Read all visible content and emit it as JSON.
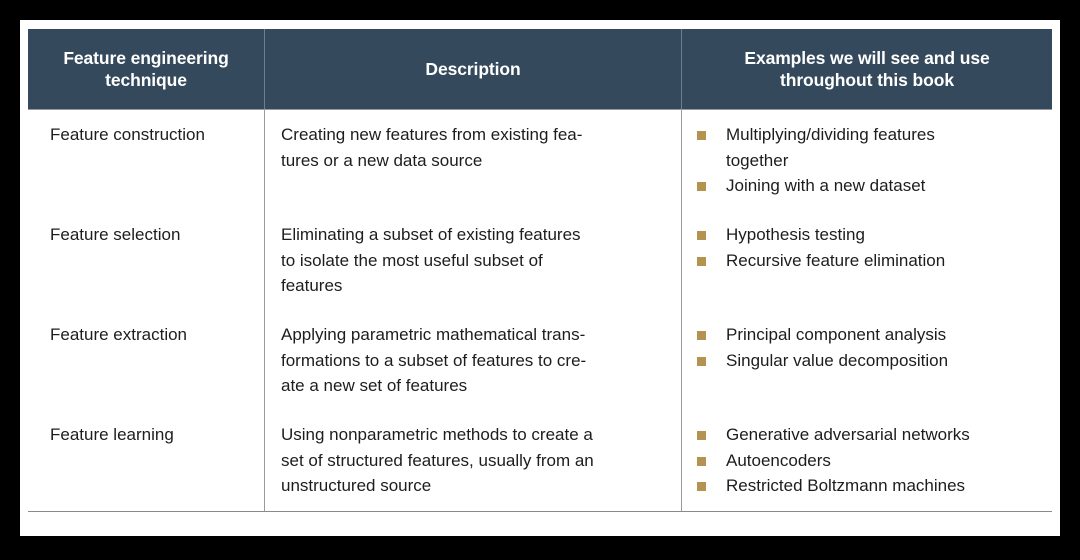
{
  "table": {
    "headers": [
      {
        "id": "technique",
        "label": "Feature engineering technique"
      },
      {
        "id": "description",
        "label": "Description"
      },
      {
        "id": "examples",
        "label": "Examples we will see and use throughout this book"
      }
    ],
    "header_lines": {
      "technique": [
        "Feature engineering",
        "technique"
      ],
      "description": [
        "Description"
      ],
      "examples": [
        "Examples we will see and use",
        "throughout this book"
      ]
    },
    "rows": [
      {
        "technique": "Feature construction",
        "description": "Creating new features from existing fea-tures or a new data source",
        "description_lines": [
          "Creating new features from existing fea-",
          "tures or a new data source"
        ],
        "examples": [
          "Multiplying/dividing features together",
          "Joining with a new dataset"
        ],
        "example_lines": [
          [
            "Multiplying/dividing features",
            "together"
          ],
          [
            "Joining with a new dataset"
          ]
        ]
      },
      {
        "technique": "Feature selection",
        "description": "Eliminating a subset of existing features to isolate the most useful subset of features",
        "description_lines": [
          "Eliminating a subset of existing features",
          "to isolate the most useful subset of",
          "features"
        ],
        "examples": [
          "Hypothesis testing",
          "Recursive feature elimination"
        ],
        "example_lines": [
          [
            "Hypothesis testing"
          ],
          [
            "Recursive feature elimination"
          ]
        ]
      },
      {
        "technique": "Feature extraction",
        "description": "Applying parametric mathematical trans-formations to a subset of features to cre-ate a new set of features",
        "description_lines": [
          "Applying parametric mathematical trans-",
          "formations to a subset of features to cre-",
          "ate a new set of features"
        ],
        "examples": [
          "Principal component analysis",
          "Singular value decomposition"
        ],
        "example_lines": [
          [
            "Principal component analysis"
          ],
          [
            "Singular value decomposition"
          ]
        ]
      },
      {
        "technique": "Feature learning",
        "description": "Using nonparametric methods to create a set of structured features, usually from an unstructured source",
        "description_lines": [
          "Using nonparametric methods to create a",
          "set of structured features, usually from an",
          "unstructured source"
        ],
        "examples": [
          "Generative adversarial networks",
          "Autoencoders",
          "Restricted Boltzmann machines"
        ],
        "example_lines": [
          [
            "Generative adversarial networks"
          ],
          [
            "Autoencoders"
          ],
          [
            "Restricted Boltzmann machines"
          ]
        ]
      }
    ]
  },
  "colors": {
    "header_background": "#34495c",
    "header_text": "#ffffff",
    "bullet_marker": "#b3934f",
    "body_text": "#1d1d1d",
    "rule": "#9a9a9a",
    "page_background": "#000000",
    "card_background": "#ffffff"
  }
}
